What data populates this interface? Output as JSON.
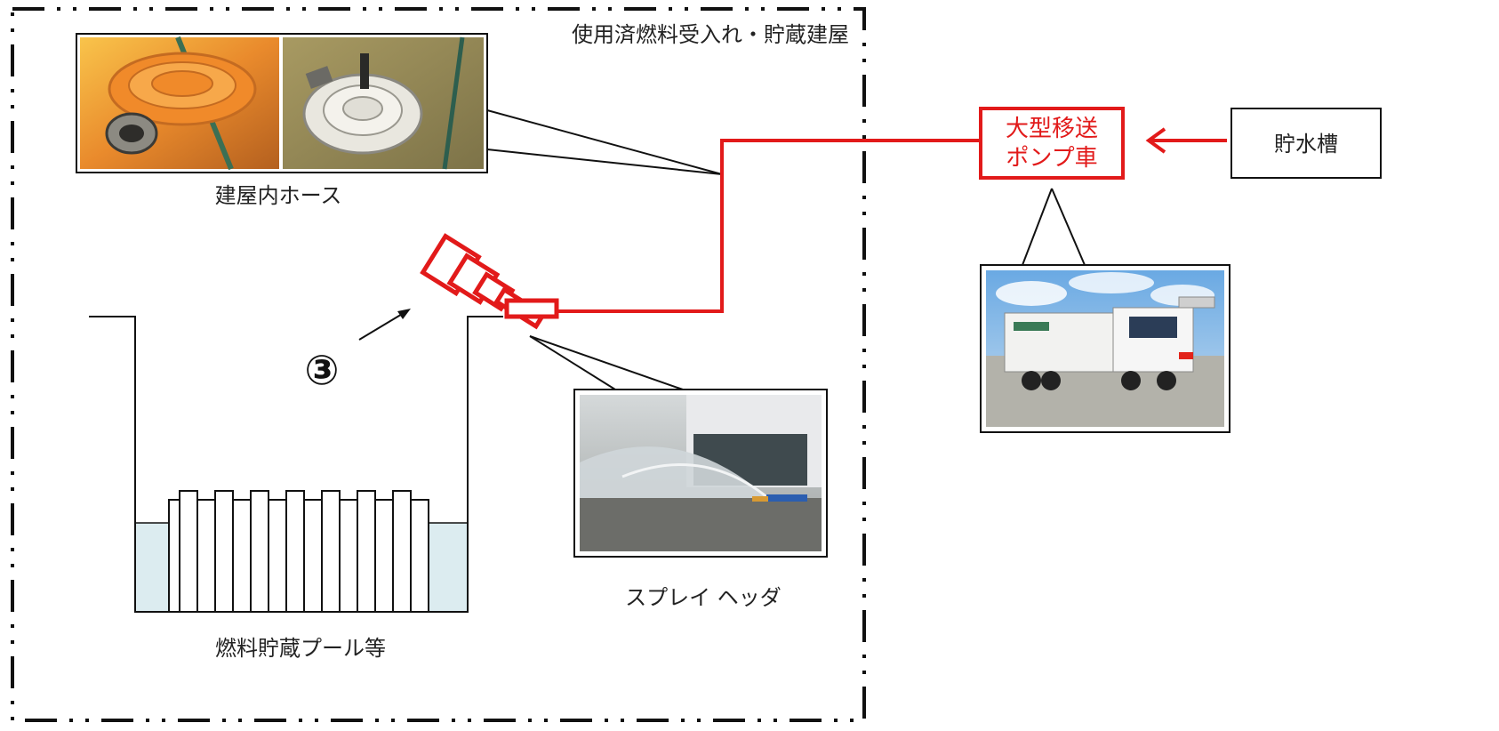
{
  "building": {
    "label": "使用済燃料受入れ・貯蔵建屋"
  },
  "hose": {
    "label": "建屋内ホース"
  },
  "pool": {
    "label": "燃料貯蔵プール等"
  },
  "spray_header": {
    "label": "スプレイ ヘッダ"
  },
  "pump_truck": {
    "label_line1": "大型移送",
    "label_line2": "ポンプ車"
  },
  "water_tank": {
    "label": "貯水槽"
  },
  "step_marker": {
    "label": "③"
  },
  "colors": {
    "flow_line": "#e21a1a",
    "pool_water": "#dcecf0",
    "outline": "#111111",
    "boundary": "#111111"
  },
  "icons": {
    "photos": [
      "hose-photo-orange",
      "hose-photo-white",
      "spray-photo",
      "pump-truck-photo"
    ],
    "nozzle": "spray-nozzle-icon"
  }
}
